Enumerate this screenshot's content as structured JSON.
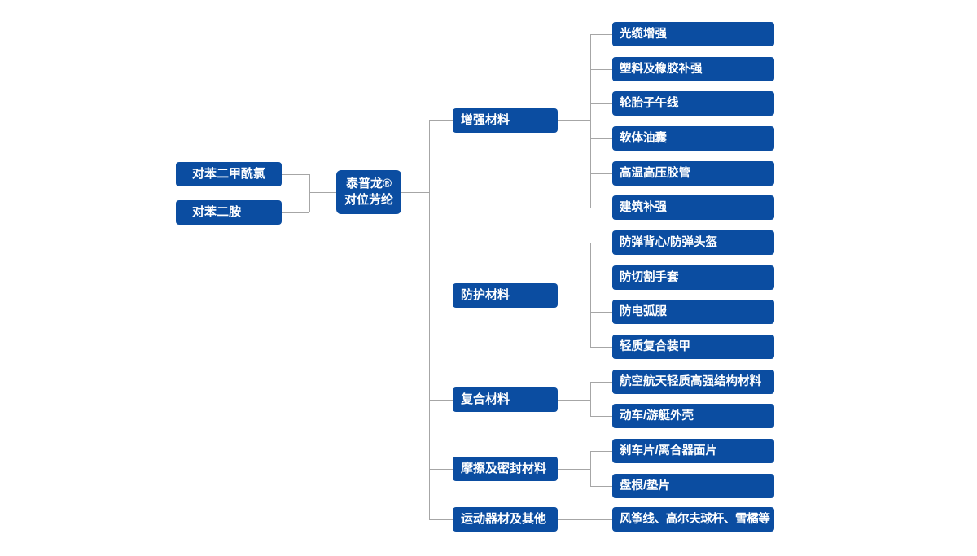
{
  "diagram": {
    "precursors": [
      {
        "label": "对苯二甲酰氯"
      },
      {
        "label": "对苯二胺"
      }
    ],
    "root": {
      "line1": "泰普龙®",
      "line2": "对位芳纶"
    },
    "categories": [
      {
        "label": "增强材料",
        "children": [
          {
            "label": "光缆增强"
          },
          {
            "label": "塑料及橡胶补强"
          },
          {
            "label": "轮胎子午线"
          },
          {
            "label": "软体油囊"
          },
          {
            "label": "高温高压胶管"
          },
          {
            "label": "建筑补强"
          }
        ]
      },
      {
        "label": "防护材料",
        "children": [
          {
            "label": "防弹背心/防弹头盔"
          },
          {
            "label": "防切割手套"
          },
          {
            "label": "防电弧服"
          },
          {
            "label": "轻质复合装甲"
          }
        ]
      },
      {
        "label": "复合材料",
        "children": [
          {
            "label": "航空航天轻质高强结构材料"
          },
          {
            "label": "动车/游艇外壳"
          }
        ]
      },
      {
        "label": "摩擦及密封材料",
        "children": [
          {
            "label": "刹车片/离合器面片"
          },
          {
            "label": "盘根/垫片"
          }
        ]
      },
      {
        "label": "运动器材及其他",
        "children": [
          {
            "label": "风筝线、高尔夫球杆、雪橘等"
          }
        ]
      }
    ],
    "colors": {
      "node_fill": "#0b4da1",
      "node_text": "#ffffff",
      "connector": "#a6a6a6",
      "background": "#ffffff"
    }
  }
}
